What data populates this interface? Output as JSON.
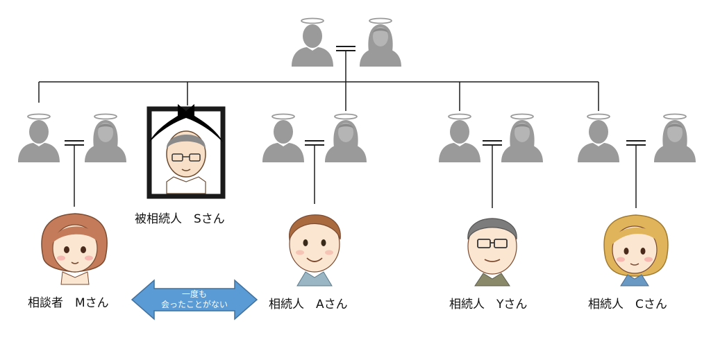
{
  "labels": {
    "deceased": "被相続人　Sさん",
    "consultant": "相談者　Mさん",
    "heir_a": "相続人　Aさん",
    "heir_y": "相続人　Yさん",
    "heir_c": "相続人　Cさん"
  },
  "arrow": {
    "line1": "一度も",
    "line2": "会ったことがない"
  },
  "colors": {
    "line": "#1a1a1a",
    "ancestor_gray": "#9a9a9a",
    "arrow_fill": "#5b9bd5",
    "arrow_stroke": "#41719c",
    "frame": "#1a1a1a",
    "ribbon": "#000000"
  },
  "icons": {
    "ancestor_male": "angel-man-icon",
    "ancestor_female": "angel-woman-icon",
    "deceased": "mourning-portrait-icon"
  }
}
